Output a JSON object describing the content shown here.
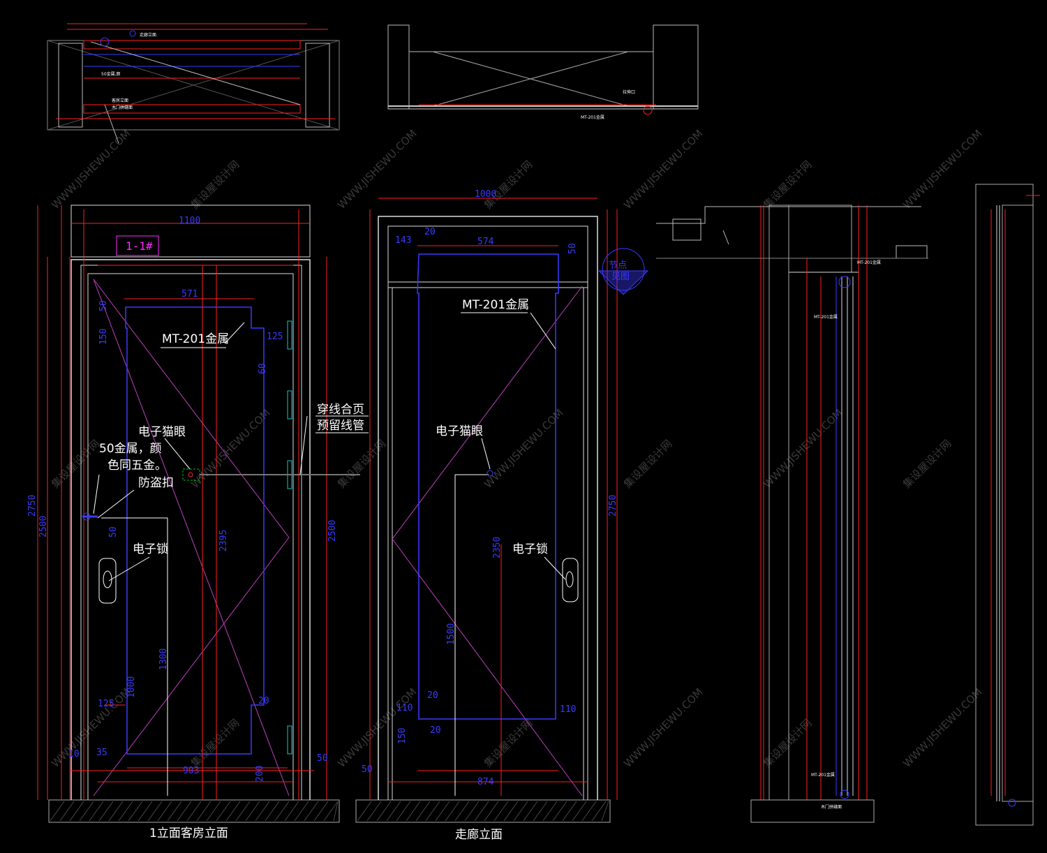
{
  "views": {
    "guest_room_elevation": {
      "title": "1立面客房立面",
      "section_tag": "1-1#"
    },
    "corridor_elevation": {
      "title": "走廊立面"
    }
  },
  "annotations": {
    "mt201": "MT-201金属",
    "hinge_line1": "穿线合页",
    "hinge_line2": "预留线管",
    "peephole": "电子猫眼",
    "metal_line1": "50金属，颜",
    "metal_line2": "色同五金。",
    "anti_theft": "防盗扣",
    "lock": "电子锁",
    "corridor_mt201": "MT-201金属",
    "corridor_peephole": "电子猫眼",
    "corridor_lock": "电子锁",
    "detail_tag_line1": "节点",
    "detail_tag_line2": "见图"
  },
  "dimensions": {
    "left": {
      "width_total": "1100",
      "inner_width": "571",
      "door_width": "903",
      "height_total": "2750",
      "height_frame": "2500",
      "height_right": "2500",
      "height_panel": "2395",
      "handle_height": "1300",
      "lower_height": "1000",
      "d125a": "125",
      "d125b": "125",
      "d50a": "50",
      "d50b": "50",
      "d50c": "50",
      "d10": "10",
      "d20": "20",
      "d35": "35",
      "d200": "200",
      "d150": "150",
      "d60": "60"
    },
    "right": {
      "width_total": "1000",
      "inner_width": "574",
      "door_width": "874",
      "height_total": "2750",
      "height_panel": "2350",
      "handle_height": "1500",
      "d143": "143",
      "d20a": "20",
      "d20b": "20",
      "d20c": "20",
      "d50a": "50",
      "d50b": "50",
      "d110a": "110",
      "d110b": "110",
      "d150": "150"
    }
  },
  "watermark": {
    "cn": "集设屋设计网",
    "en": "WWW.JISHEWU.COM"
  },
  "colors": {
    "background": "#000000",
    "annotation_text": "#ffffff",
    "dimension": "#3a3aff",
    "construction": "#ff2020",
    "diagonal": "#c040c0",
    "frame": "#d0d0d0",
    "hinge": "#00d0d0"
  }
}
